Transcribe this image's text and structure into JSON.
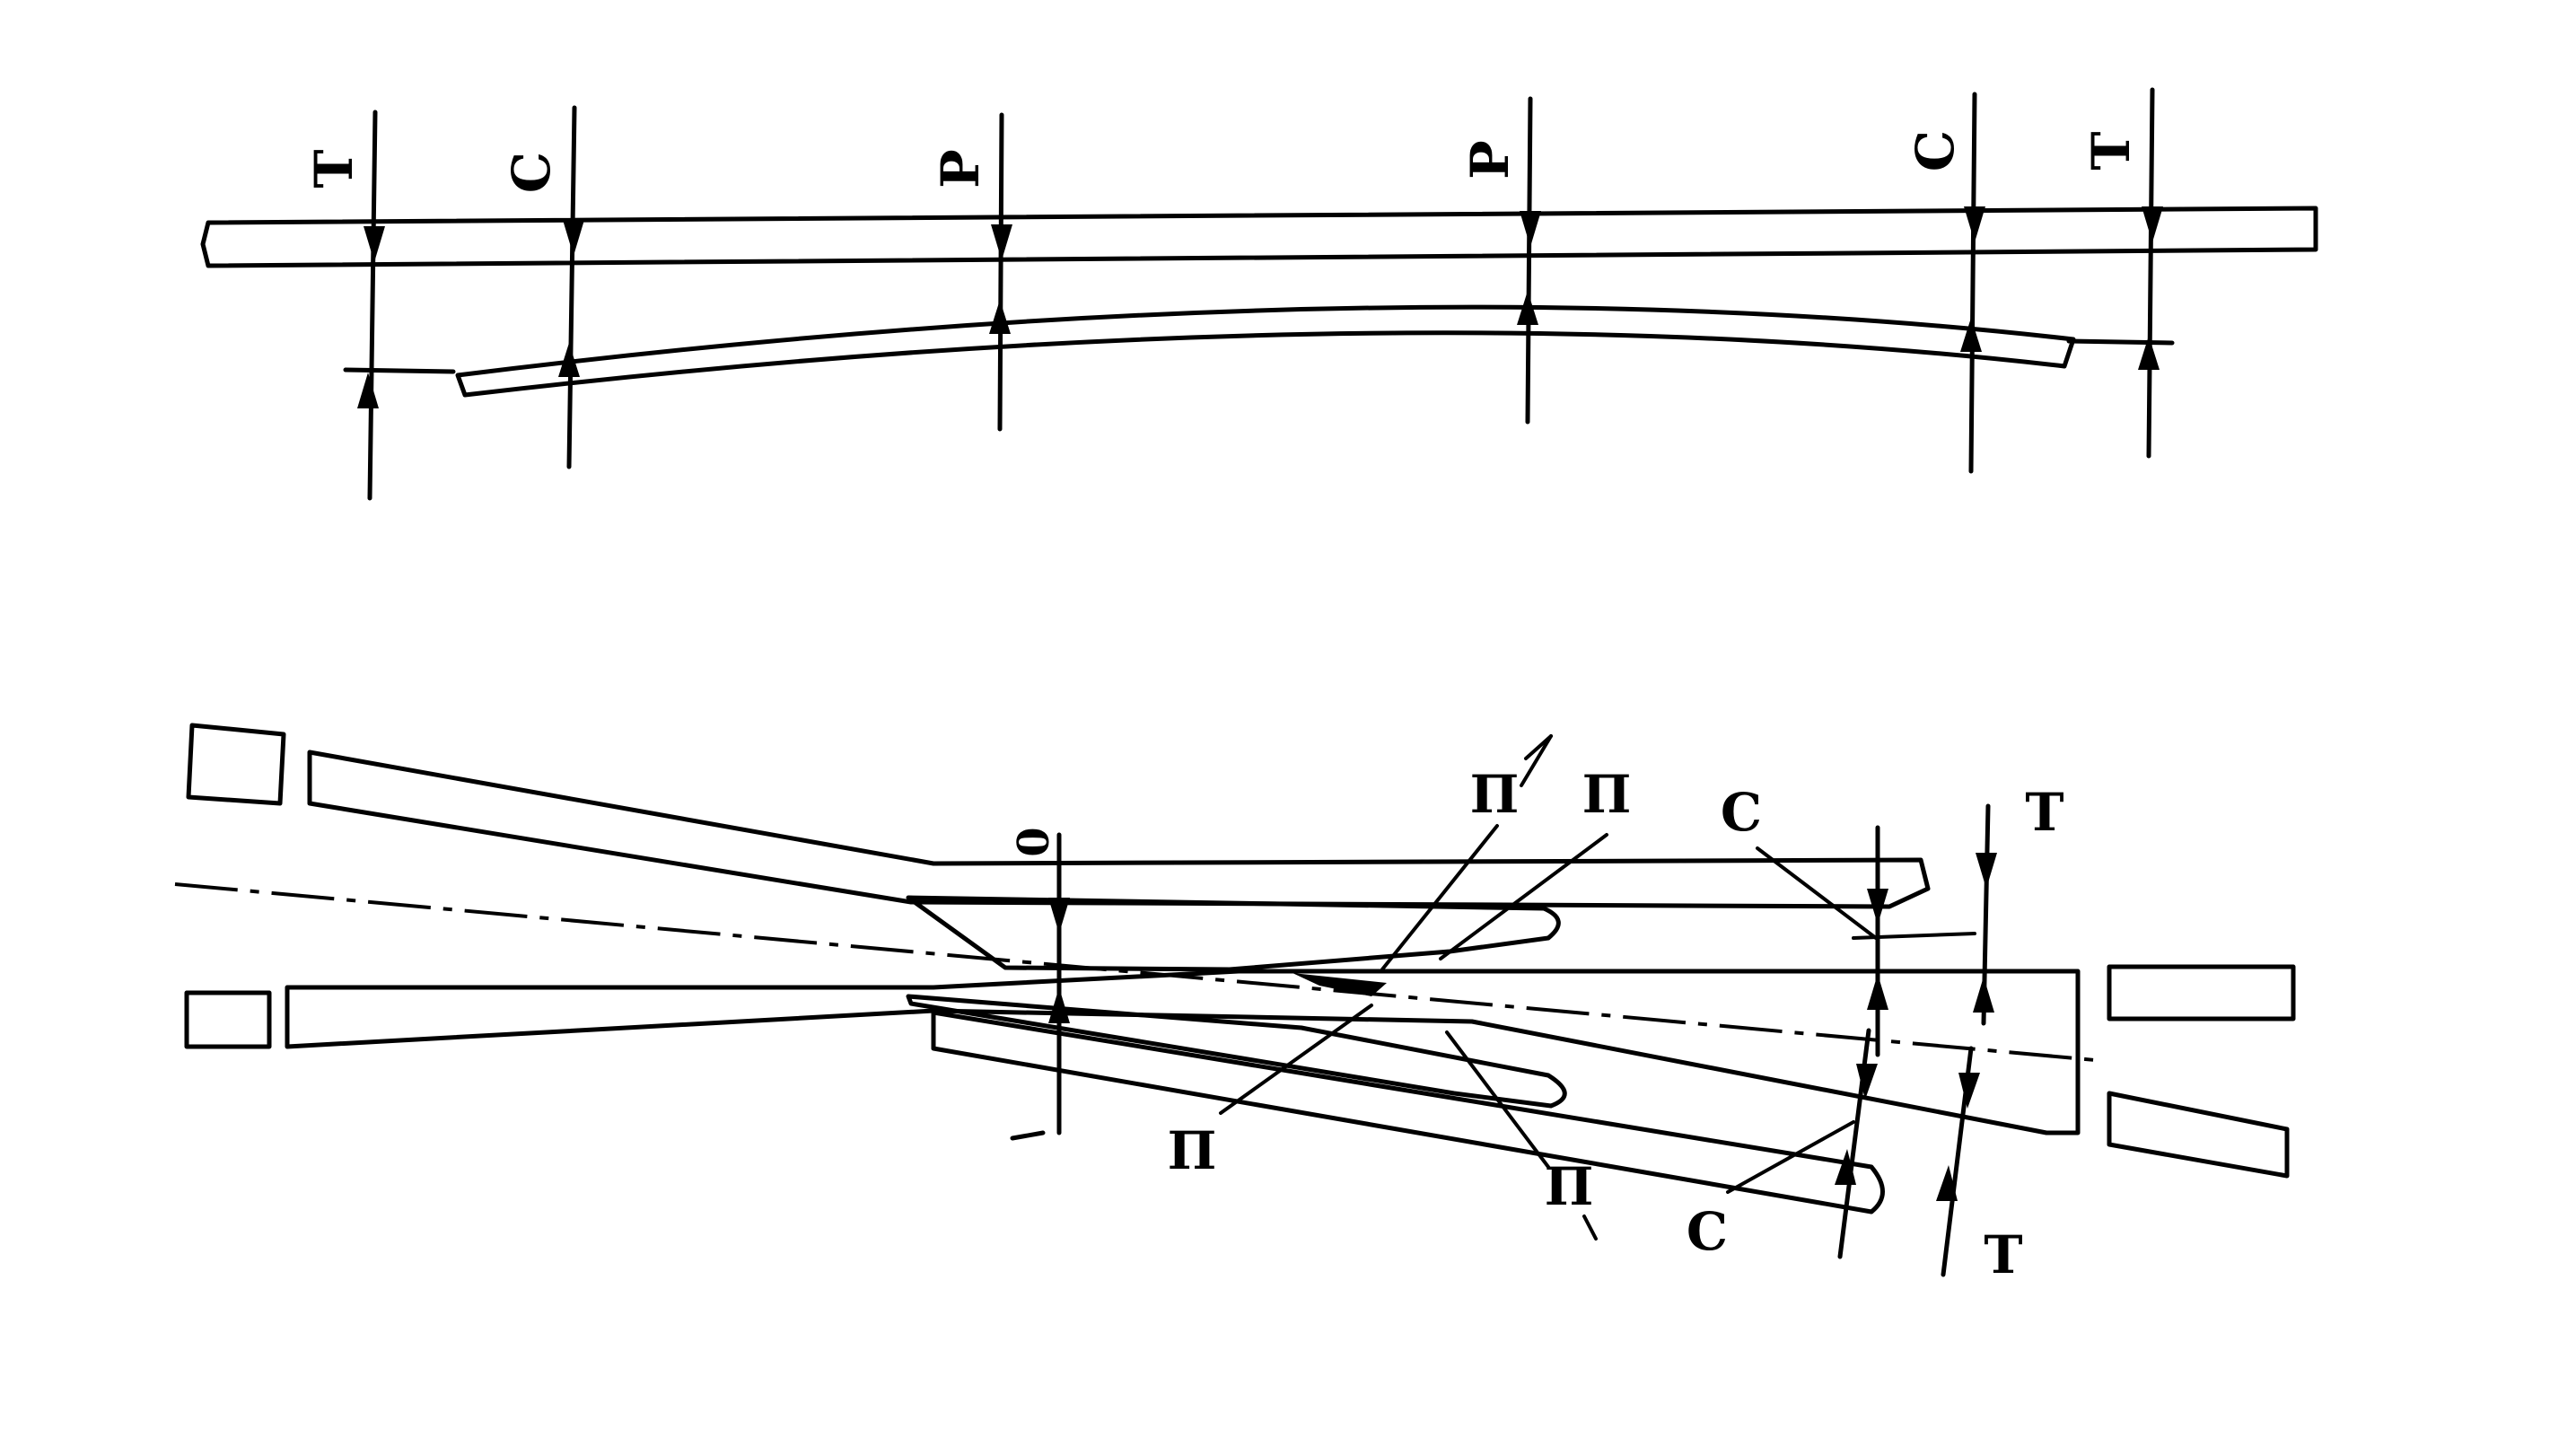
{
  "top_view": {
    "labels": [
      "Т",
      "С",
      "Р",
      "Р",
      "С",
      "Т"
    ]
  },
  "bottom_view": {
    "label_o": "0",
    "label_p": "П",
    "label_c": "С",
    "label_t": "Т"
  }
}
